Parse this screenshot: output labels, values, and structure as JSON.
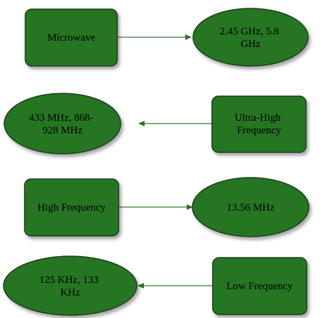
{
  "colors": {
    "node_fill": "#277524",
    "node_stroke": "#1e3d1c",
    "connector": "#5a8f57",
    "text": "#000000"
  },
  "rows": [
    {
      "band": {
        "label": "Microwave",
        "shape": "rectangle"
      },
      "frequencies": {
        "lines": [
          "2.45 GHz, 5.8",
          "GHz"
        ],
        "shape": "ellipse"
      },
      "arrow_direction": "right"
    },
    {
      "band": {
        "label": "Ultra-High Frequency",
        "lines": [
          "Ultra-High",
          "Frequency"
        ],
        "shape": "rectangle"
      },
      "frequencies": {
        "lines": [
          "433 MHz, 868-",
          "928 MHz"
        ],
        "shape": "ellipse"
      },
      "arrow_direction": "left"
    },
    {
      "band": {
        "label": "High Frequency",
        "shape": "rectangle"
      },
      "frequencies": {
        "lines": [
          "13.56 MHz"
        ],
        "shape": "ellipse"
      },
      "arrow_direction": "right"
    },
    {
      "band": {
        "label": "Low Frequency",
        "shape": "rectangle"
      },
      "frequencies": {
        "lines": [
          "125 KHz, 133",
          "KHz"
        ],
        "shape": "ellipse"
      },
      "arrow_direction": "left"
    }
  ]
}
